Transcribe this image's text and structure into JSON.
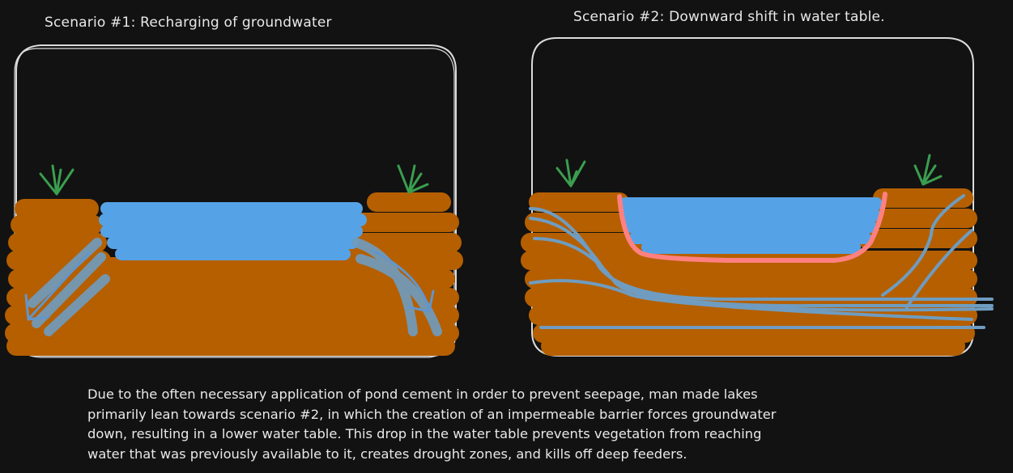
{
  "scenario1": {
    "title": "Scenario #1: Recharging of groundwater"
  },
  "scenario2": {
    "title": "Scenario #2: Downward shift in water table."
  },
  "caption": {
    "lines": [
      "Due to the often necessary application of pond cement in order to prevent seepage, man made lakes",
      "primarily lean towards scenario #2, in which the creation of an impermeable barrier forces groundwater",
      "down, resulting in a lower water table. This drop in the water table prevents vegetation from reaching",
      "water that was previously available to it, creates drought zones, and kills off deep feeders."
    ]
  },
  "colors": {
    "background": "#121212",
    "soil": "#b55f00",
    "water": "#56a2e6",
    "plant": "#3a9e4f",
    "barrier": "#ff8080",
    "flow": "#6f9cc0",
    "frame": "#e0e0e0"
  }
}
